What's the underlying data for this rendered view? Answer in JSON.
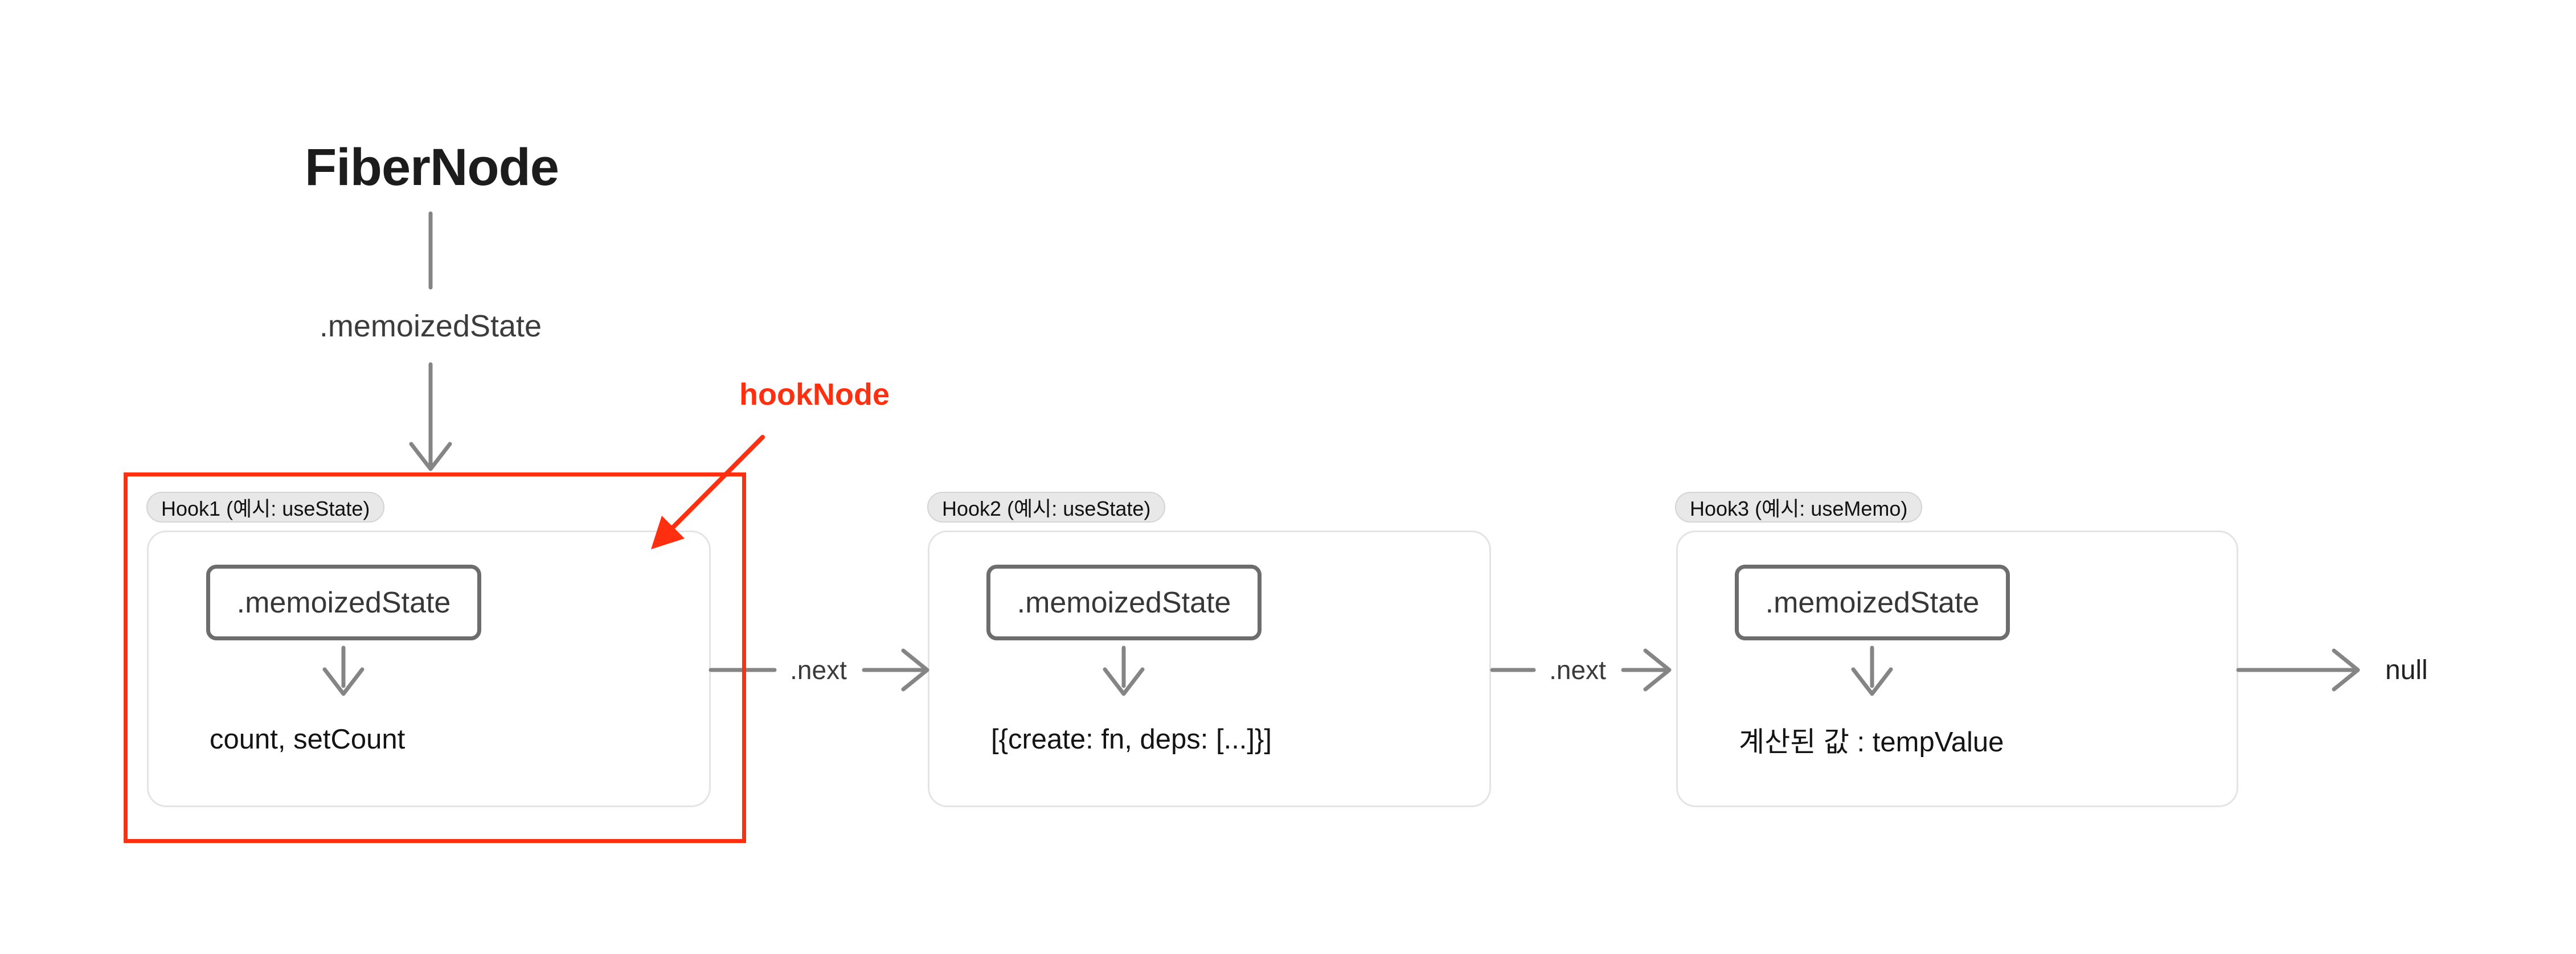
{
  "diagram": {
    "fiber_node": {
      "title": "FiberNode",
      "pointer_label": ".memoizedState"
    },
    "annotation": {
      "label": "hookNode",
      "color": "#ff2f0f"
    },
    "hooks": [
      {
        "badge": "Hook1 (예시: useState)",
        "field": ".memoizedState",
        "value": "count, setCount"
      },
      {
        "badge": "Hook2 (예시: useState)",
        "field": ".memoizedState",
        "value": "[{create: fn, deps: [...]}]"
      },
      {
        "badge": "Hook3 (예시: useMemo)",
        "field": ".memoizedState",
        "value": "계산된 값 : tempValue"
      }
    ],
    "connectors": [
      {
        "label": ".next"
      },
      {
        "label": ".next"
      }
    ],
    "terminal_label": "null",
    "colors": {
      "arrow_gray": "#858585",
      "highlight_red": "#ff2f0f",
      "card_border": "#e4e4e4",
      "field_border": "#6d6d6d",
      "badge_bg": "#e8e8e8"
    }
  }
}
